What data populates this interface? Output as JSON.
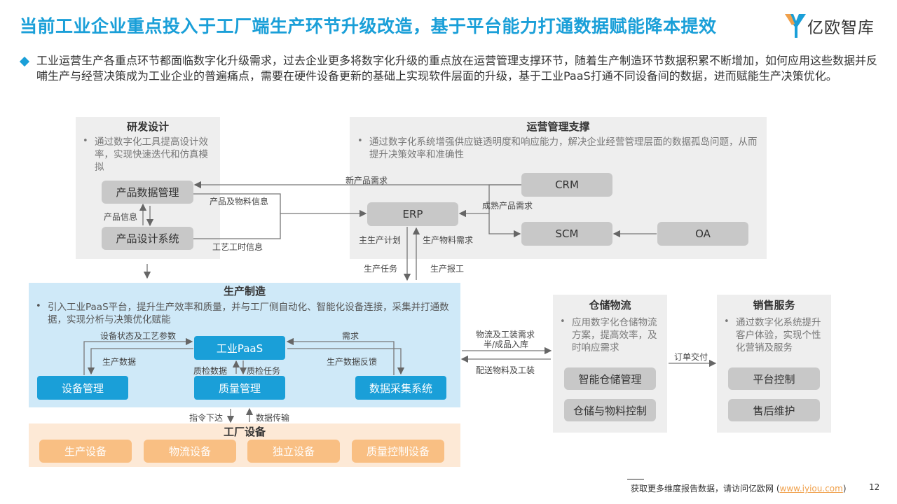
{
  "header": {
    "title": "当前工业企业重点投入于工厂端生产环节升级改造，基于平台能力打通数据赋能降本提效",
    "logo_text": "亿欧智库"
  },
  "intro": "工业运营生产各重点环节都面临数字化升级需求，过去企业更多将数字化升级的重点放在运营管理支撑环节，随着生产制造环节数据积累不断增加，如何应用这些数据并反哺生产与经营决策成为工业企业的普遍痛点，需要在硬件设备更新的基础上实现软件层面的升级，基于工业PaaS打通不同设备间的数据，进而赋能生产决策优化。",
  "rd": {
    "title": "研发设计",
    "desc": "通过数字化工具提高设计效率，实现快速迭代和仿真模拟",
    "box_pdm": "产品数据管理",
    "box_pds": "产品设计系统",
    "lbl_product_info": "产品信息",
    "lbl_material_info": "产品及物料信息",
    "lbl_process_time": "工艺工时信息"
  },
  "ops": {
    "title": "运营管理支撑",
    "desc": "通过数字化系统增强供应链透明度和响应能力，解决企业经营管理层面的数据孤岛问题，从而提升决策效率和准确性",
    "box_crm": "CRM",
    "box_erp": "ERP",
    "box_scm": "SCM",
    "box_oa": "OA",
    "lbl_new_demand": "新产品需求",
    "lbl_mature_demand": "成熟产品需求",
    "lbl_master_plan": "主生产计划",
    "lbl_material_demand": "生产物料需求"
  },
  "between": {
    "lbl_task": "生产任务",
    "lbl_report": "生产报工"
  },
  "mfg": {
    "title": "生产制造",
    "desc": "引入工业PaaS平台，提升生产效率和质量，并与工厂侧自动化、智能化设备连接，采集并打通数据，实现分析与决策优化赋能",
    "box_paas": "工业PaaS",
    "box_device": "设备管理",
    "box_quality": "质量管理",
    "box_collect": "数据采集系统",
    "lbl_device_status": "设备状态及工艺参数",
    "lbl_prod_data": "生产数据",
    "lbl_qc_data": "质检数据",
    "lbl_qc_task": "质检任务",
    "lbl_demand": "需求",
    "lbl_feedback": "生产数据反馈"
  },
  "factory": {
    "title": "工厂设备",
    "lbl_command": "指令下达",
    "lbl_transfer": "数据传输",
    "boxes": [
      "生产设备",
      "物流设备",
      "独立设备",
      "质量控制设备"
    ]
  },
  "warehouse": {
    "title": "仓储物流",
    "desc": "应用数字化仓储物流方案，提高效率，及时响应需求",
    "box_wms": "智能仓储管理",
    "box_ctrl": "仓储与物料控制",
    "lbl_in_1": "物流及工装需求",
    "lbl_in_2": "半/成品入库",
    "lbl_out": "配送物料及工装",
    "lbl_delivery": "订单交付"
  },
  "sales": {
    "title": "销售服务",
    "desc": "通过数字化系统提升客户体验，实现个性化营销及服务",
    "box_platform": "平台控制",
    "box_after": "售后维护"
  },
  "footer": {
    "text": "获取更多维度报告数据，请访问亿欧网 (",
    "link": "www.iyiou.com",
    "close": ")",
    "page": "12"
  },
  "colors": {
    "accent": "#1a9fd8",
    "grey_box": "#c8c8c8",
    "orange_box": "#f9bf83"
  }
}
